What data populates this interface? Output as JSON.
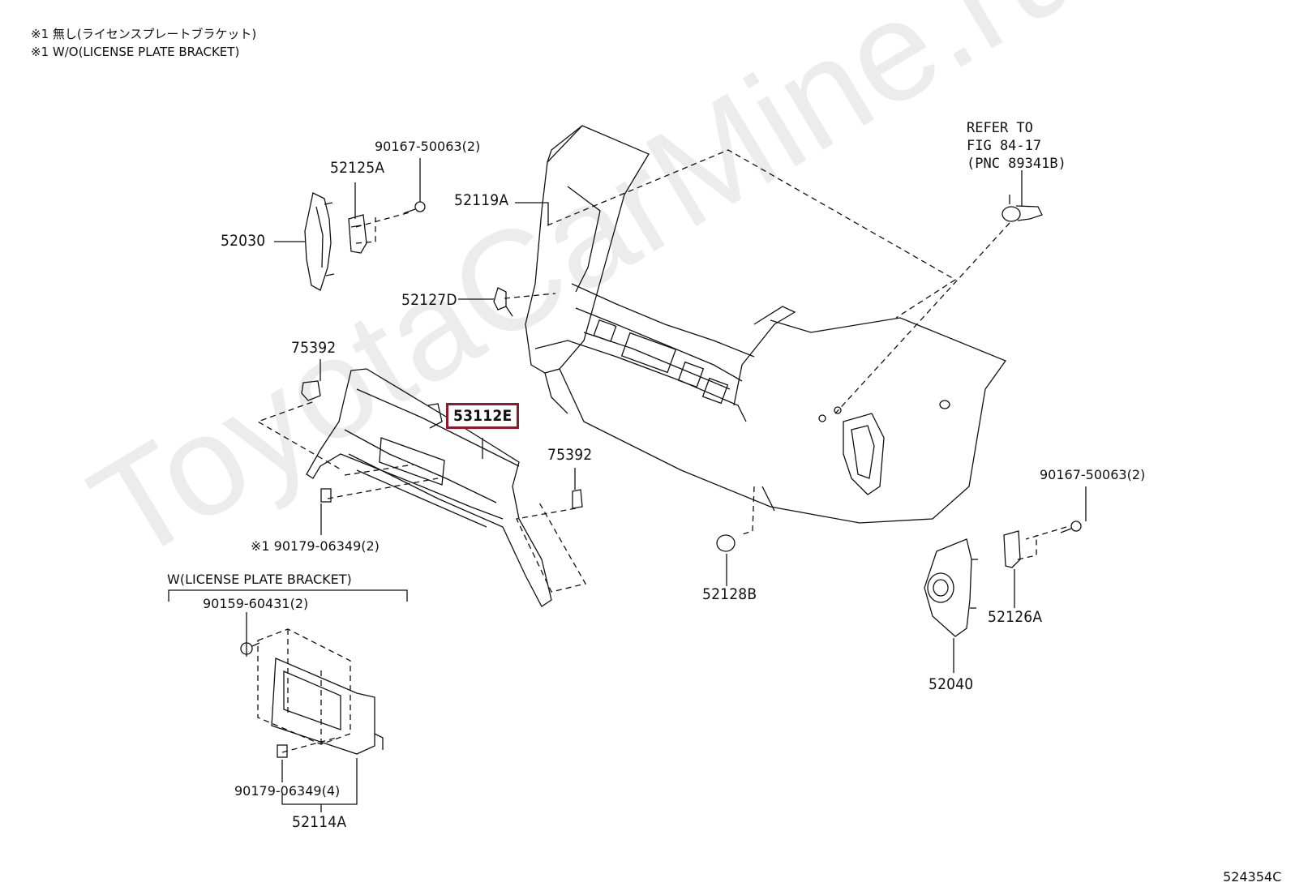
{
  "notes": {
    "line1": "※1 無し(ライセンスプレートブラケット)",
    "line2": "※1 W/O(LICENSE PLATE BRACKET)"
  },
  "refer": {
    "line1": "REFER TO",
    "line2": "FIG 84-17",
    "line3": "(PNC 89341B)"
  },
  "labels": {
    "p90167_top": "90167-50063(2)",
    "p52125A": "52125A",
    "p52119A": "52119A",
    "p52030": "52030",
    "p52127D": "52127D",
    "p75392_left": "75392",
    "p53112E": "53112E",
    "p75392_right": "75392",
    "p90179_left": "※1 90179-06349(2)",
    "p52128B": "52128B",
    "p90167_right": "90167-50063(2)",
    "p52126A": "52126A",
    "p52040": "52040",
    "w_bracket": "W(LICENSE PLATE BRACKET)",
    "p90159": "90159-60431(2)",
    "p90179_bottom": "90179-06349(4)",
    "p52114A": "52114A"
  },
  "highlight_color": "#8b1c2e",
  "watermark": "ToyotaCarMine.ru",
  "figure_code": "524354C"
}
